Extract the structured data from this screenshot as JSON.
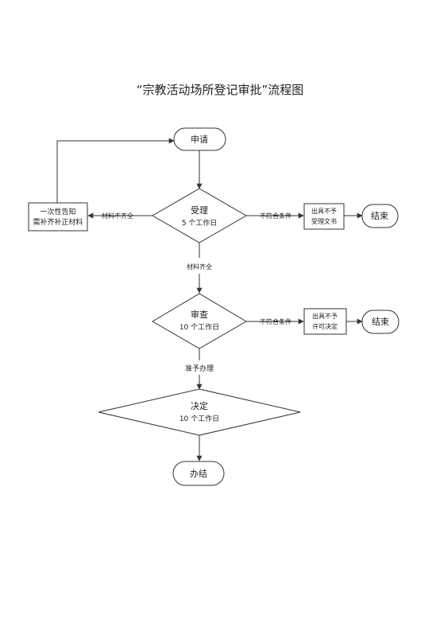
{
  "title": "“宗教活动场所登记审批”流程图",
  "nodes": {
    "apply": "申请",
    "accept_title": "受理",
    "accept_days": "5 个工作日",
    "notify_line1": "一次性告知",
    "notify_line2": "需补齐补正材料",
    "refuse_accept_line1": "出具不予",
    "refuse_accept_line2": "受理文书",
    "end1": "结束",
    "review_title": "审查",
    "review_days": "10 个工作日",
    "refuse_permit_line1": "出具不予",
    "refuse_permit_line2": "许可决定",
    "end2": "结束",
    "decide_title": "决定",
    "decide_days": "10 个工作日",
    "done": "办结"
  },
  "edges": {
    "materials_incomplete": "材料不齐全",
    "not_qualified_1": "不符合条件",
    "materials_complete": "材料齐全",
    "not_qualified_2": "不符合条件",
    "approve": "准予办理"
  }
}
